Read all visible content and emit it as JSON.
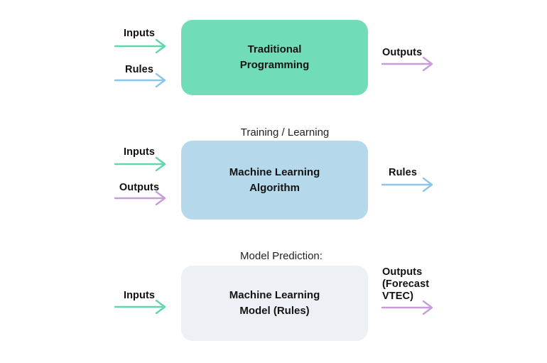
{
  "colors": {
    "bg": "#ffffff",
    "text": "#111111",
    "heading-text": "#222222",
    "box-green": "#70ddb8",
    "box-blue": "#b5d9eb",
    "box-gray": "#edf0f4",
    "arrow-green": "#60d7ab",
    "arrow-blue": "#8cc5e8",
    "arrow-purple": "#c69dd9"
  },
  "rows": [
    {
      "name": "traditional-programming",
      "heading": "",
      "box_label": "Traditional\nProgramming",
      "inputs": [
        {
          "label": "Inputs",
          "color": "green"
        },
        {
          "label": "Rules",
          "color": "blue"
        }
      ],
      "outputs": [
        {
          "label": "Outputs",
          "color": "purple"
        }
      ]
    },
    {
      "name": "machine-learning-algorithm",
      "heading": "Training / Learning",
      "box_label": "Machine Learning\nAlgorithm",
      "inputs": [
        {
          "label": "Inputs",
          "color": "green"
        },
        {
          "label": "Outputs",
          "color": "purple"
        }
      ],
      "outputs": [
        {
          "label": "Rules",
          "color": "blue"
        }
      ]
    },
    {
      "name": "machine-learning-model",
      "heading": "Model Prediction:",
      "box_label": "Machine Learning\nModel (Rules)",
      "inputs": [
        {
          "label": "Inputs",
          "color": "green"
        }
      ],
      "outputs": [
        {
          "label": "Outputs\n(Forecast\nVTEC)",
          "color": "purple"
        }
      ]
    }
  ]
}
